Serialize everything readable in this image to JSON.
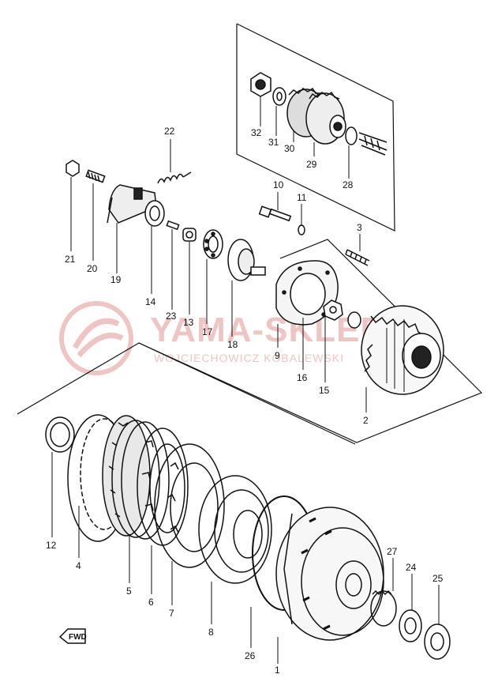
{
  "watermark": {
    "title": "YAMA-SKLEP",
    "subtitle": "WOJCIECHOWICZ KOBALEWSKI"
  },
  "badge": {
    "text": "FWD"
  },
  "parts": [
    {
      "id": "p32",
      "label": "32"
    },
    {
      "id": "p31",
      "label": "31"
    },
    {
      "id": "p30",
      "label": "30"
    },
    {
      "id": "p29",
      "label": "29"
    },
    {
      "id": "p28",
      "label": "28"
    },
    {
      "id": "p22",
      "label": "22"
    },
    {
      "id": "p21",
      "label": "21"
    },
    {
      "id": "p20",
      "label": "20"
    },
    {
      "id": "p19",
      "label": "19"
    },
    {
      "id": "p14",
      "label": "14"
    },
    {
      "id": "p23",
      "label": "23"
    },
    {
      "id": "p13",
      "label": "13"
    },
    {
      "id": "p17",
      "label": "17"
    },
    {
      "id": "p18",
      "label": "18"
    },
    {
      "id": "p10",
      "label": "10"
    },
    {
      "id": "p11",
      "label": "11"
    },
    {
      "id": "p3",
      "label": "3"
    },
    {
      "id": "p9",
      "label": "9"
    },
    {
      "id": "p16",
      "label": "16"
    },
    {
      "id": "p15",
      "label": "15"
    },
    {
      "id": "p2",
      "label": "2"
    },
    {
      "id": "p12",
      "label": "12"
    },
    {
      "id": "p4",
      "label": "4"
    },
    {
      "id": "p5",
      "label": "5"
    },
    {
      "id": "p6",
      "label": "6"
    },
    {
      "id": "p7",
      "label": "7"
    },
    {
      "id": "p8",
      "label": "8"
    },
    {
      "id": "p26",
      "label": "26"
    },
    {
      "id": "p1",
      "label": "1"
    },
    {
      "id": "p27",
      "label": "27"
    },
    {
      "id": "p24",
      "label": "24"
    },
    {
      "id": "p25",
      "label": "25"
    }
  ]
}
